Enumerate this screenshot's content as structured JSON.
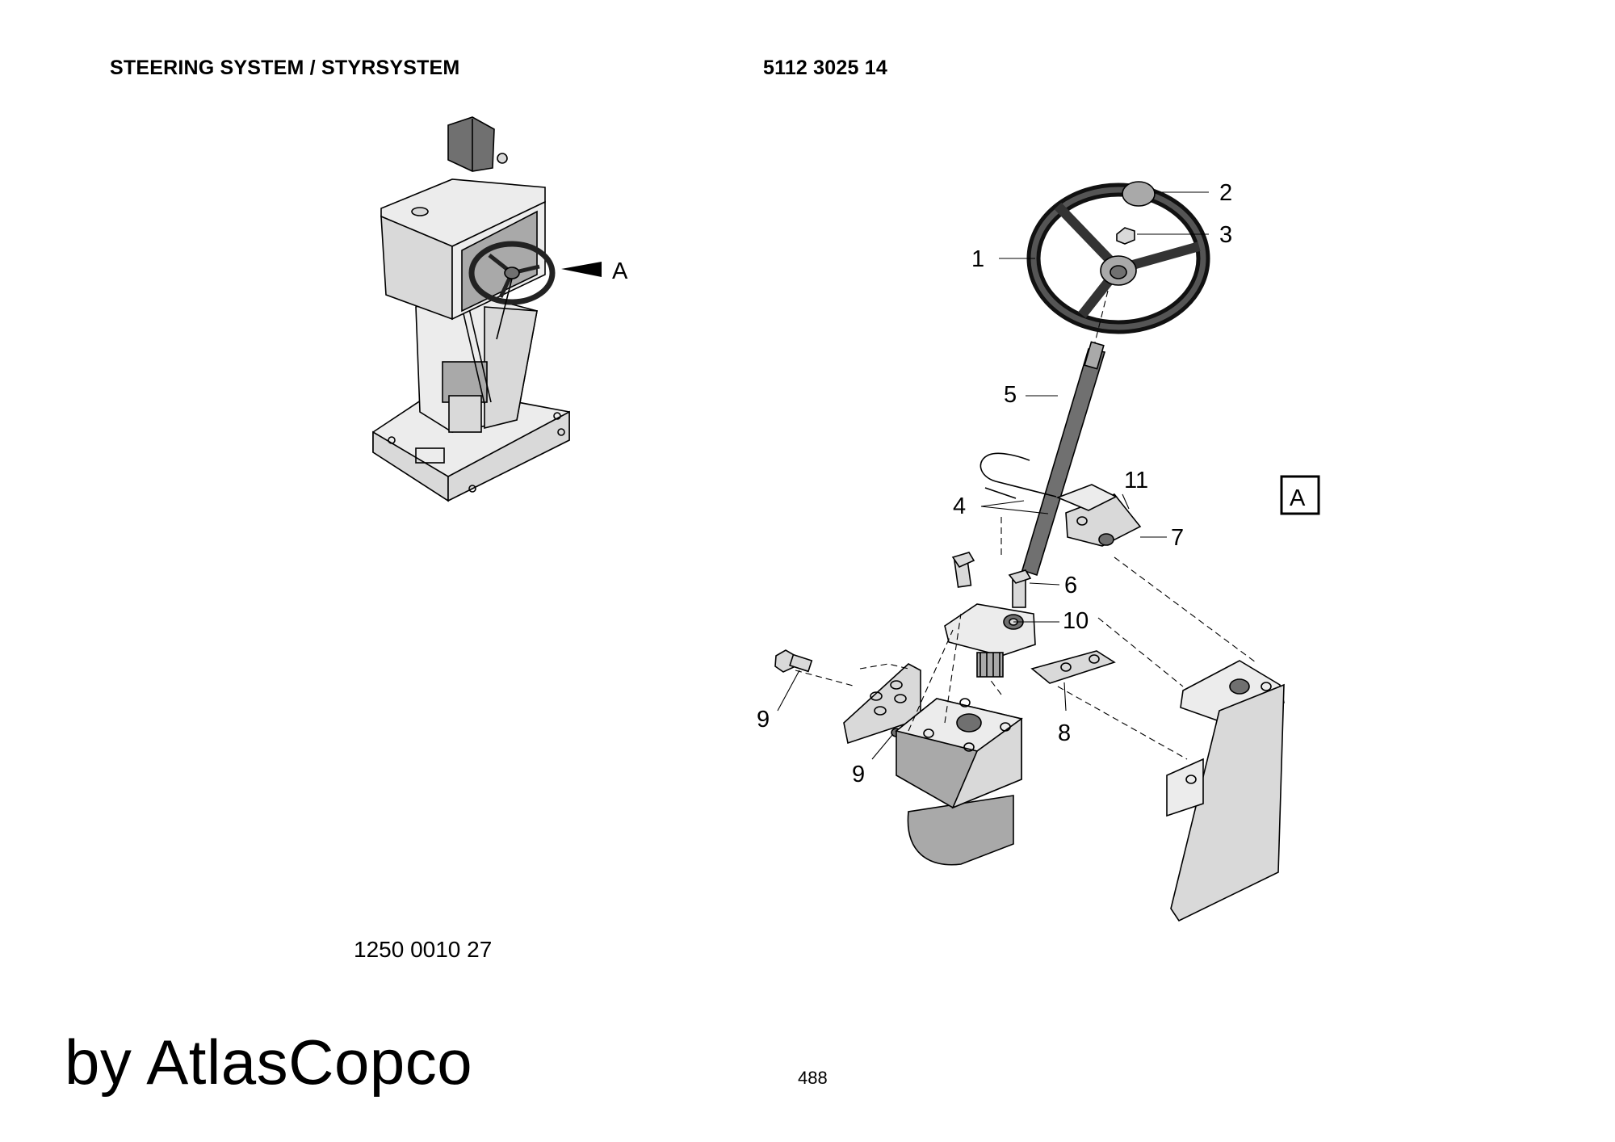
{
  "header": {
    "title": "STEERING SYSTEM / STYRSYSTEM",
    "part_number": "5112 3025 14"
  },
  "overview": {
    "detail_label": "A"
  },
  "detail": {
    "view_label": "A",
    "callouts": {
      "c1": "1",
      "c2": "2",
      "c3": "3",
      "c4": "4",
      "c5": "5",
      "c6": "6",
      "c7": "7",
      "c8": "8",
      "c9a": "9",
      "c9b": "9",
      "c10": "10",
      "c11": "11"
    }
  },
  "footer": {
    "drawing_number": "1250 0010 27",
    "brand": "by AtlasCopco",
    "page_number": "488"
  }
}
